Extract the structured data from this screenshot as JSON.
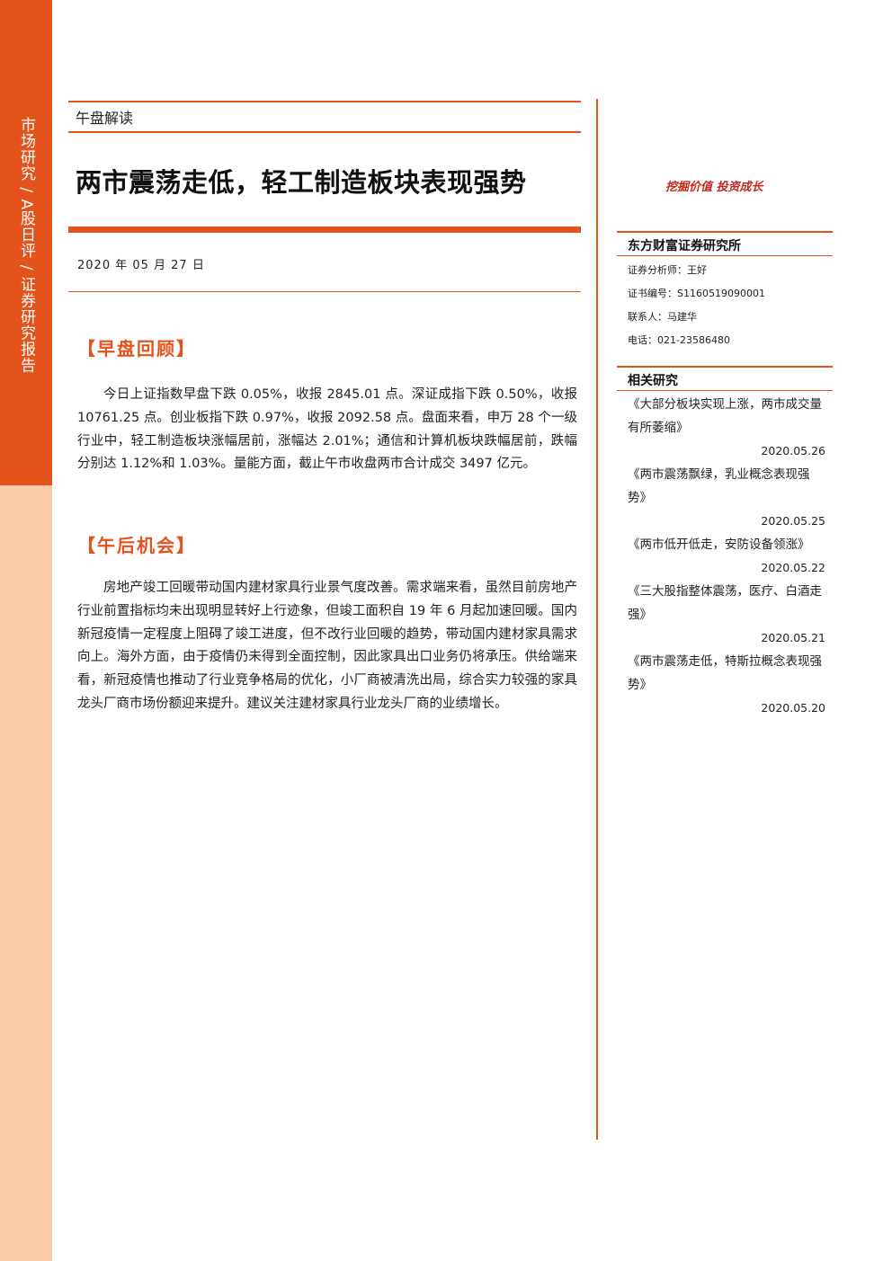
{
  "sidebar": {
    "vertical_text": "市场研究 / A股日评 / 证券研究报告"
  },
  "header": {
    "section": "午盘解读",
    "title": "两市震荡走低，轻工制造板块表现强势",
    "date": "2020 年 05 月 27 日"
  },
  "morning_review": {
    "heading": "【早盘回顾】",
    "body": "今日上证指数早盘下跌 0.05%，收报 2845.01 点。深证成指下跌 0.50%，收报 10761.25 点。创业板指下跌 0.97%，收报 2092.58 点。盘面来看，申万 28 个一级行业中，轻工制造板块涨幅居前，涨幅达 2.01%；通信和计算机板块跌幅居前，跌幅分别达 1.12%和 1.03%。量能方面，截止午市收盘两市合计成交 3497 亿元。"
  },
  "afternoon_opportunity": {
    "heading": "【午后机会】",
    "body": "房地产竣工回暖带动国内建材家具行业景气度改善。需求端来看，虽然目前房地产行业前置指标均未出现明显转好上行迹象，但竣工面积自 19 年 6 月起加速回暖。国内新冠疫情一定程度上阻碍了竣工进度，但不改行业回暖的趋势，带动国内建材家具需求向上。海外方面，由于疫情仍未得到全面控制，因此家具出口业务仍将承压。供给端来看，新冠疫情也推动了行业竞争格局的优化，小厂商被清洗出局，综合实力较强的家具龙头厂商市场份额迎来提升。建议关注建材家具行业龙头厂商的业绩增长。"
  },
  "right_panel": {
    "slogan": "挖掘价值 投资成长",
    "institute": {
      "title": "东方财富证券研究所",
      "analyst": "证券分析师：王好",
      "cert_no": "证书编号：S1160519090001",
      "contact": "联系人：马建华",
      "phone": "电话：021-23586480"
    },
    "related": {
      "title": "相关研究",
      "items": [
        {
          "title": "《大部分板块实现上涨，两市成交量有所萎缩》",
          "date": "2020.05.26"
        },
        {
          "title": "《两市震荡飘绿，乳业概念表现强势》",
          "date": "2020.05.25"
        },
        {
          "title": "《两市低开低走，安防设备领涨》",
          "date": "2020.05.22"
        },
        {
          "title": "《三大股指整体震荡，医疗、白酒走强》",
          "date": "2020.05.21"
        },
        {
          "title": "《两市震荡走低，特斯拉概念表现强势》",
          "date": "2020.05.20"
        }
      ]
    }
  },
  "colors": {
    "accent": "#e4531b",
    "strip_light": "#f9c9a8",
    "slogan": "#c0281c"
  }
}
